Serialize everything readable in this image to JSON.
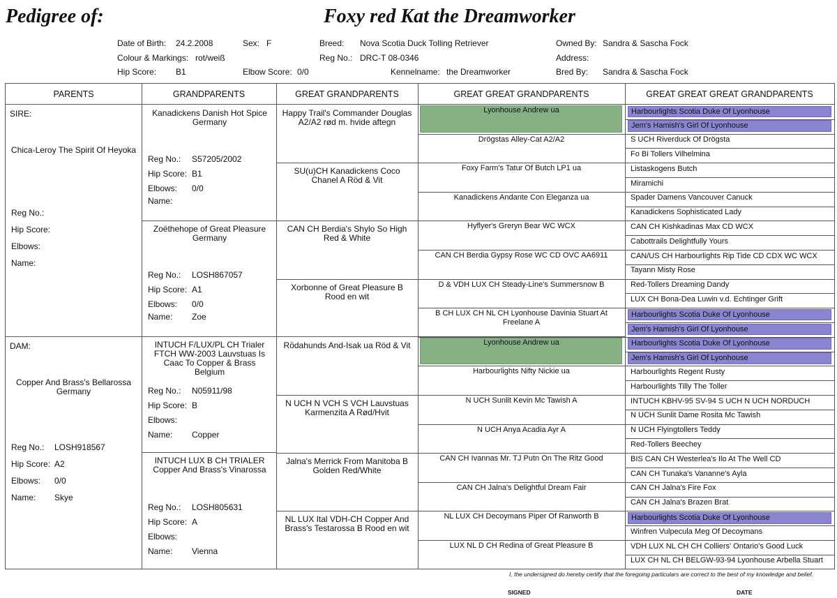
{
  "title_label": "Pedigree of:",
  "dog_name": "Foxy red Kat the Dreamworker",
  "info": {
    "dob_label": "Date of Birth:",
    "dob": "24.2.2008",
    "sex_label": "Sex:",
    "sex": "F",
    "breed_label": "Breed:",
    "breed": "Nova Scotia Duck Tolling Retriever",
    "owned_label": "Owned By:",
    "owned": "Sandra & Sascha Fock",
    "colour_label": "Colour & Markings:",
    "colour": "rot/weiß",
    "reg_label": "Reg No.:",
    "reg": "DRC-T 08-0346",
    "address_label": "Address:",
    "hip_label": "Hip Score:",
    "hip": "B1",
    "elbow_label": "Elbow Score:",
    "elbow": "0/0",
    "kennel_label": "Kennelname:",
    "kennel": "the Dreamworker",
    "bred_label": "Bred By:",
    "bred": "Sandra & Sascha Fock"
  },
  "headers": [
    "PARENTS",
    "GRANDPARENTS",
    "GREAT GRANDPARENTS",
    "GREAT GREAT GRANDPARENTS",
    "GREAT GREAT GREAT GRANDPARENTS"
  ],
  "field_labels": {
    "reg": "Reg No.:",
    "hip": "Hip Score:",
    "elbows": "Elbows:",
    "name": "Name:"
  },
  "parents": [
    {
      "role": "SIRE:",
      "name": "Chica-Leroy The Spirit Of Heyoka",
      "reg": "",
      "hip": "",
      "elbows": "",
      "callname": ""
    },
    {
      "role": "DAM:",
      "name": "Copper And Brass's Bellarossa Germany",
      "reg": "LOSH918567",
      "hip": "A2",
      "elbows": "0/0",
      "callname": "Skye"
    }
  ],
  "grandparents": [
    {
      "name": "Kanadickens Danish Hot Spice Germany",
      "reg": "S57205/2002",
      "hip": "B1",
      "elbows": "0/0",
      "callname": ""
    },
    {
      "name": "Zoëthehope of Great Pleasure Germany",
      "reg": "LOSH867057",
      "hip": "A1",
      "elbows": "0/0",
      "callname": "Zoe"
    },
    {
      "name": "INTUCH F/LUX/PL CH Trialer FTCH WW-2003 Lauvstuas Is Caac To Copper & Brass Belgium",
      "reg": "N05911/98",
      "hip": "B",
      "elbows": "",
      "callname": "Copper"
    },
    {
      "name": "INTUCH LUX B CH TRIALER Copper And Brass's Vinarossa",
      "reg": "LOSH805631",
      "hip": "A",
      "elbows": "",
      "callname": "Vienna"
    }
  ],
  "great_grandparents": [
    "Happy Trail's Commander Douglas A2/A2 rød m. hvide aftegn",
    "SU(u)CH Kanadickens Coco Chanel A  Röd & Vit",
    "CAN CH Berdia's Shylo So High Red & White",
    "Xorbonne of Great Pleasure B Rood en wit",
    "Rödahunds And-Isak ua Röd & Vit",
    "N UCH N VCH S VCH Lauvstuas Karmenzita A Rød/Hvit",
    "Jalna's Merrick From Manitoba B Golden Red/White",
    "NL LUX Ital VDH-CH Copper And Brass's Testarossa B Rood en wit"
  ],
  "gg_grandparents": [
    "Lyonhouse Andrew  ua",
    "Drögstas Alley-Cat  A2/A2",
    "Foxy Farm's Tatur Of Butch LP1 ua",
    "Kanadickens Andante Con Eleganza  ua",
    "Hyflyer's Greryn Bear WC WCX",
    "CAN CH Berdia Gypsy Rose WC CD OVC AA6911",
    "D & VDH LUX CH Steady-Line's Summersnow  B",
    "B CH LUX CH NL CH Lyonhouse Davinia Stuart At Freelane  A",
    "Lyonhouse Andrew  ua",
    "Harbourlights Nifty Nickie  ua",
    "N UCH Sunlit Kevin Mc Tawish  A",
    "N UCH Anya Acadia Ayr  A",
    "CAN CH Ivannas Mr. TJ Putn On The Ritz  Good",
    "CAN CH Jalna's Delightful Dream  Fair",
    "NL LUX CH Decoymans Piper Of Ranworth  B",
    "LUX NL D CH Redina of Great Pleasure  B"
  ],
  "ggg_grandparents": [
    "Harbourlights Scotia Duke Of Lyonhouse",
    "Jem's Hamish's Girl Of Lyonhouse",
    "S UCH Riverduck Of Drögsta",
    "Fo Bi Tollers Vilhelmina",
    "Listaskogens Butch",
    "Miramichi",
    "Spader Damens Vancouver Canuck",
    "Kanadickens Sophisticated Lady",
    "CAN CH Kishkadinas Max CD WCX",
    "Cabottrails Delightfully Yours",
    "CAN/US CH Harbourlights Rip Tide CD CDX WC WCX",
    "Tayann Misty Rose",
    "Red-Tollers Dreaming Dandy",
    "LUX CH Bona-Dea Luwin v.d. Echtinger Grift",
    "Harbourlights Scotia Duke Of Lyonhouse",
    "Jem's Hamish's Girl Of Lyonhouse",
    "Harbourlights Scotia Duke Of Lyonhouse",
    "Jem's Hamish's Girl Of Lyonhouse",
    "Harbourlights Regent Rusty",
    "Harbourlights Tilly The Toller",
    "INTUCH KBHV-95 SV-94 S UCH N UCH NORDUCH",
    "N UCH Sunlit Dame Rosita Mc Tawish",
    "N UCH Flyingtollers Teddy",
    "Red-Tollers Beechey",
    "BIS CAN CH Westerlea's Ilo At The Well CD",
    "CAN CH Tunaka's Vananne's Ayla",
    "CAN CH Jalna's Fire Fox",
    "CAN CH Jalna's Brazen Brat",
    "Harbourlights Scotia Duke Of Lyonhouse",
    "Winfren Vulpecula Meg Of Decoymans",
    "VDH LUX NL CH CH Colliers' Ontario's Good Luck",
    "LUX CH NL CH BELGW-93-94 Lyonhouse Arbella Stuart"
  ],
  "highlights": {
    "green_color": "#86b185",
    "purple_color": "#8a85d1",
    "green_gg_indices": [
      0,
      8
    ],
    "purple_ggg_indices": [
      0,
      1,
      14,
      15,
      16,
      17,
      28
    ]
  },
  "footer": {
    "certify": "I, the undersigned do hereby certify that the foregoing  particulars are correct to the best of my knowledge and belief.",
    "signed": "SIGNED",
    "date": "DATE"
  }
}
